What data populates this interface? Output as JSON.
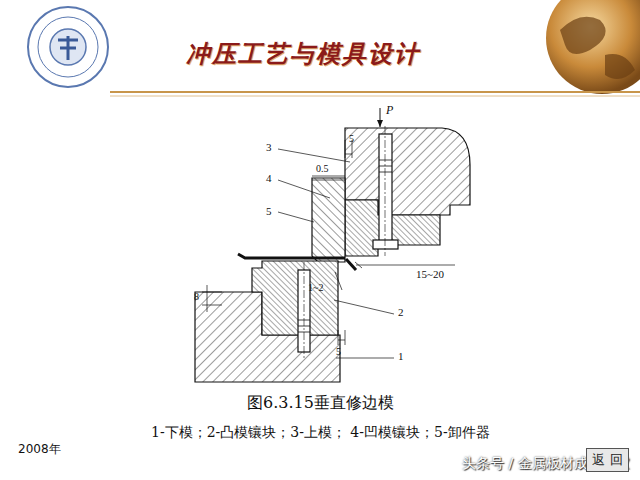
{
  "diagram": {
    "title": "冲压工艺与模具设计",
    "caption": "图6.3.15垂直修边模",
    "nodes": [
      {
        "text": [
          "返 回"
        ]
      }
    ],
    "labels": [
      "P",
      "3",
      "5",
      "0.5",
      "4",
      "5",
      "15~20",
      "1~2",
      "2",
      "8",
      "5",
      "1",
      "1-下模；2-凸模镶块；3-上模； 4-凹模镶块；5-卸件器",
      "2008年",
      "头条号 / 金属板材成形之家"
    ]
  }
}
